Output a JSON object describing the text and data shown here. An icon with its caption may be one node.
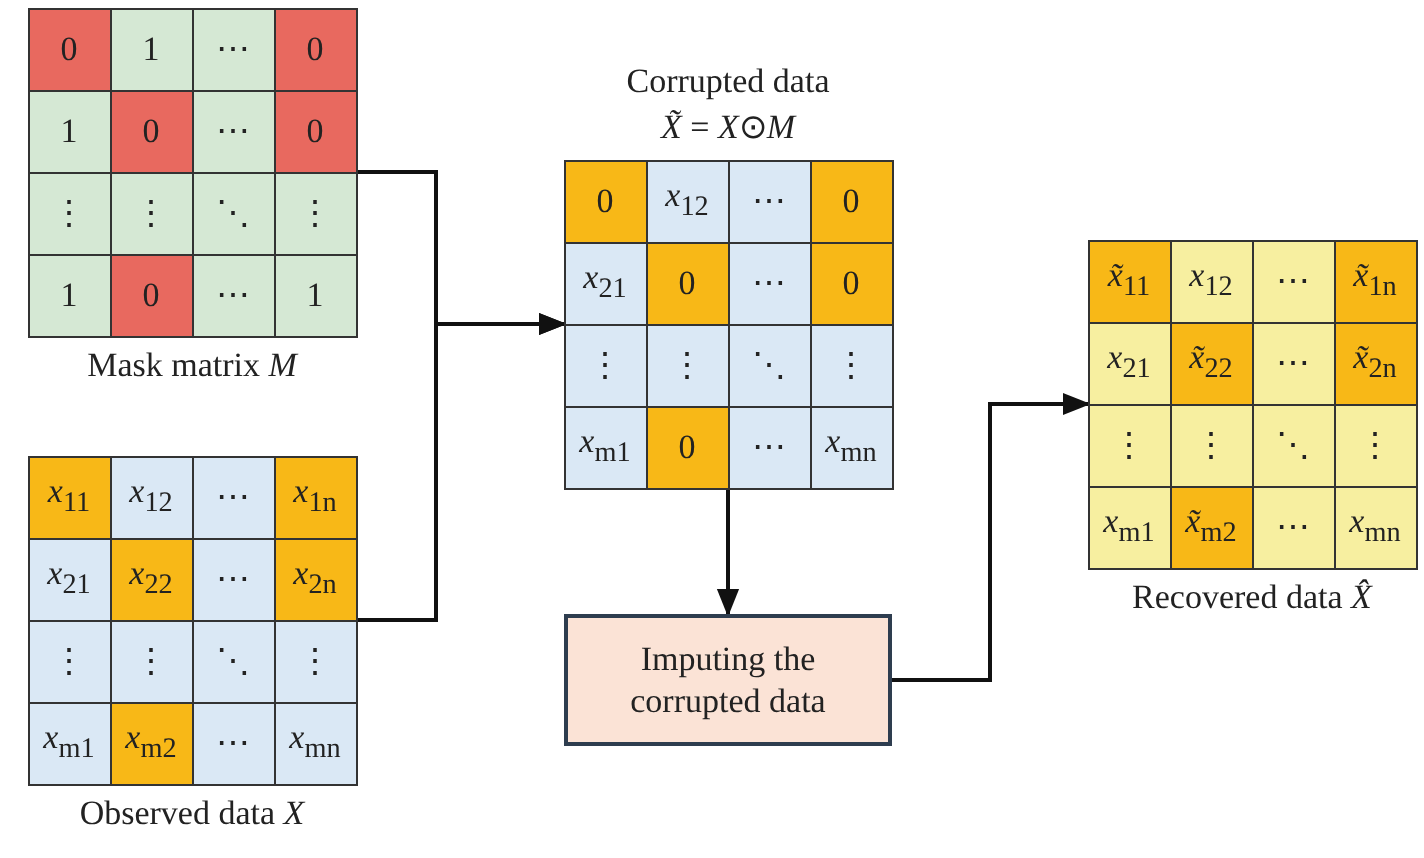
{
  "diagram": {
    "nodes": [
      {
        "text": [
          "Mask matrix *M*"
        ]
      },
      {
        "text": [
          "0"
        ],
        "in": 0
      },
      {
        "text": [
          "1"
        ],
        "in": 0
      },
      {
        "text": [
          "⋯"
        ],
        "in": 0
      },
      {
        "text": [
          "0"
        ],
        "in": 0
      },
      {
        "text": [
          "1"
        ],
        "in": 0
      },
      {
        "text": [
          "0"
        ],
        "in": 0
      },
      {
        "text": [
          "⋯"
        ],
        "in": 0
      },
      {
        "text": [
          "0"
        ],
        "in": 0
      },
      {
        "text": [
          "⋮"
        ],
        "in": 0
      },
      {
        "text": [
          "⋮"
        ],
        "in": 0
      },
      {
        "text": [
          "⋱"
        ],
        "in": 0
      },
      {
        "text": [
          "⋮"
        ],
        "in": 0
      },
      {
        "text": [
          "1"
        ],
        "in": 0
      },
      {
        "text": [
          "0"
        ],
        "in": 0
      },
      {
        "text": [
          "⋯"
        ],
        "in": 0
      },
      {
        "text": [
          "1"
        ],
        "in": 0
      },
      {
        "text": [
          "Observed data *X*"
        ]
      },
      {
        "text": [
          "*x*$_{11}$"
        ],
        "in": 17
      },
      {
        "text": [
          "*x*$_{12}$"
        ],
        "in": 17
      },
      {
        "text": [
          "⋯"
        ],
        "in": 17
      },
      {
        "text": [
          "*x*$_{1n}$"
        ],
        "in": 17
      },
      {
        "text": [
          "*x*$_{21}$"
        ],
        "in": 17
      },
      {
        "text": [
          "*x*$_{22}$"
        ],
        "in": 17
      },
      {
        "text": [
          "⋯"
        ],
        "in": 17
      },
      {
        "text": [
          "*x*$_{2n}$"
        ],
        "in": 17
      },
      {
        "text": [
          "⋮"
        ],
        "in": 17
      },
      {
        "text": [
          "⋮"
        ],
        "in": 17
      },
      {
        "text": [
          "⋱"
        ],
        "in": 17
      },
      {
        "text": [
          "⋮"
        ],
        "in": 17
      },
      {
        "text": [
          "*x*$_{m1}$"
        ],
        "in": 17
      },
      {
        "text": [
          "*x*$_{m2}$"
        ],
        "in": 17
      },
      {
        "text": [
          "⋯"
        ],
        "in": 17
      },
      {
        "text": [
          "*x*$_{mn}$"
        ],
        "in": 17
      },
      {
        "text": [
          "Corrupted data",
          "*X̃* = *X*⊙*M*"
        ]
      },
      {
        "text": [
          "0"
        ],
        "in": 34
      },
      {
        "text": [
          "*x*$_{12}$"
        ],
        "in": 34
      },
      {
        "text": [
          "⋯"
        ],
        "in": 34
      },
      {
        "text": [
          "0"
        ],
        "in": 34
      },
      {
        "text": [
          "*x*$_{21}$"
        ],
        "in": 34
      },
      {
        "text": [
          "0"
        ],
        "in": 34
      },
      {
        "text": [
          "⋯"
        ],
        "in": 34
      },
      {
        "text": [
          "0"
        ],
        "in": 34
      },
      {
        "text": [
          "⋮"
        ],
        "in": 34
      },
      {
        "text": [
          "⋮"
        ],
        "in": 34
      },
      {
        "text": [
          "⋱"
        ],
        "in": 34
      },
      {
        "text": [
          "⋮"
        ],
        "in": 34
      },
      {
        "text": [
          "*x*$_{m1}$"
        ],
        "in": 34
      },
      {
        "text": [
          "0"
        ],
        "in": 34
      },
      {
        "text": [
          "⋯"
        ],
        "in": 34
      },
      {
        "text": [
          "*x*$_{mn}$"
        ],
        "in": 34
      },
      {
        "text": [
          "Imputing the corrupted data"
        ]
      },
      {
        "text": [
          "Recovered data *X̂*"
        ]
      },
      {
        "text": [
          "*x̃*$_{11}$"
        ],
        "in": 52
      },
      {
        "text": [
          "*x*$_{12}$"
        ],
        "in": 52
      },
      {
        "text": [
          "⋯"
        ],
        "in": 52
      },
      {
        "text": [
          "*x̃*$_{1n}$"
        ],
        "in": 52
      },
      {
        "text": [
          "*x*$_{21}$"
        ],
        "in": 52
      },
      {
        "text": [
          "*x̃*$_{22}$"
        ],
        "in": 52
      },
      {
        "text": [
          "⋯"
        ],
        "in": 52
      },
      {
        "text": [
          "*x̃*$_{2n}$"
        ],
        "in": 52
      },
      {
        "text": [
          "⋮"
        ],
        "in": 52
      },
      {
        "text": [
          "⋮"
        ],
        "in": 52
      },
      {
        "text": [
          "⋱"
        ],
        "in": 52
      },
      {
        "text": [
          "⋮"
        ],
        "in": 52
      },
      {
        "text": [
          "*x*$_{m1}$"
        ],
        "in": 52
      },
      {
        "text": [
          "*x̃*$_{m2}$"
        ],
        "in": 52
      },
      {
        "text": [
          "⋯"
        ],
        "in": 52
      },
      {
        "text": [
          "*x*$_{mn}$"
        ],
        "in": 52
      }
    ],
    "edges": [
      {
        "from": 0,
        "to": 34,
        "arrow": "to"
      },
      {
        "from": 17,
        "to": 34,
        "arrow": "to"
      },
      {
        "from": 34,
        "to": 51,
        "arrow": "to"
      },
      {
        "from": 51,
        "to": 52,
        "arrow": "to"
      }
    ]
  }
}
